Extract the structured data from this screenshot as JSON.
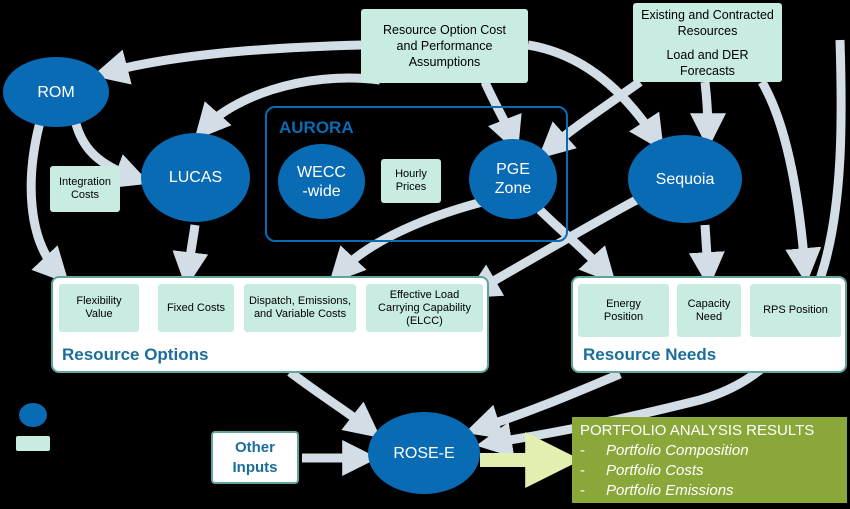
{
  "colors": {
    "background": "#000000",
    "model_fill": "#0a6bb5",
    "input_fill": "#c8ece2",
    "arrow": "#d3dde5",
    "results_fill": "#8aa83a",
    "group_title": "#1b6e9b"
  },
  "models": {
    "rom": "ROM",
    "lucas": "LUCAS",
    "wecc": "WECC\n-wide",
    "pge": "PGE\nZone",
    "sequoia": "Sequoia",
    "rose": "ROSE-E"
  },
  "aurora_title": "AURORA",
  "inputs": {
    "resource_option_cost": "Resource Option Cost and Performance Assumptions",
    "existing_resources": "Existing and Contracted Resources",
    "load_der": "Load and DER Forecasts",
    "integration_costs": "Integration Costs",
    "hourly_prices": "Hourly Prices"
  },
  "resource_options": {
    "title": "Resource Options",
    "items": [
      "Flexibility Value",
      "Fixed Costs",
      "Dispatch, Emissions, and Variable Costs",
      "Effective Load Carrying Capability (ELCC)"
    ]
  },
  "resource_needs": {
    "title": "Resource Needs",
    "items": [
      "Energy Position",
      "Capacity Need",
      "RPS Position"
    ]
  },
  "other_inputs": "Other\nInputs",
  "results": {
    "title": "PORTFOLIO ANALYSIS RESULTS",
    "bullet": "-",
    "items": [
      "Portfolio Composition",
      "Portfolio Costs",
      "Portfolio Emissions"
    ]
  }
}
